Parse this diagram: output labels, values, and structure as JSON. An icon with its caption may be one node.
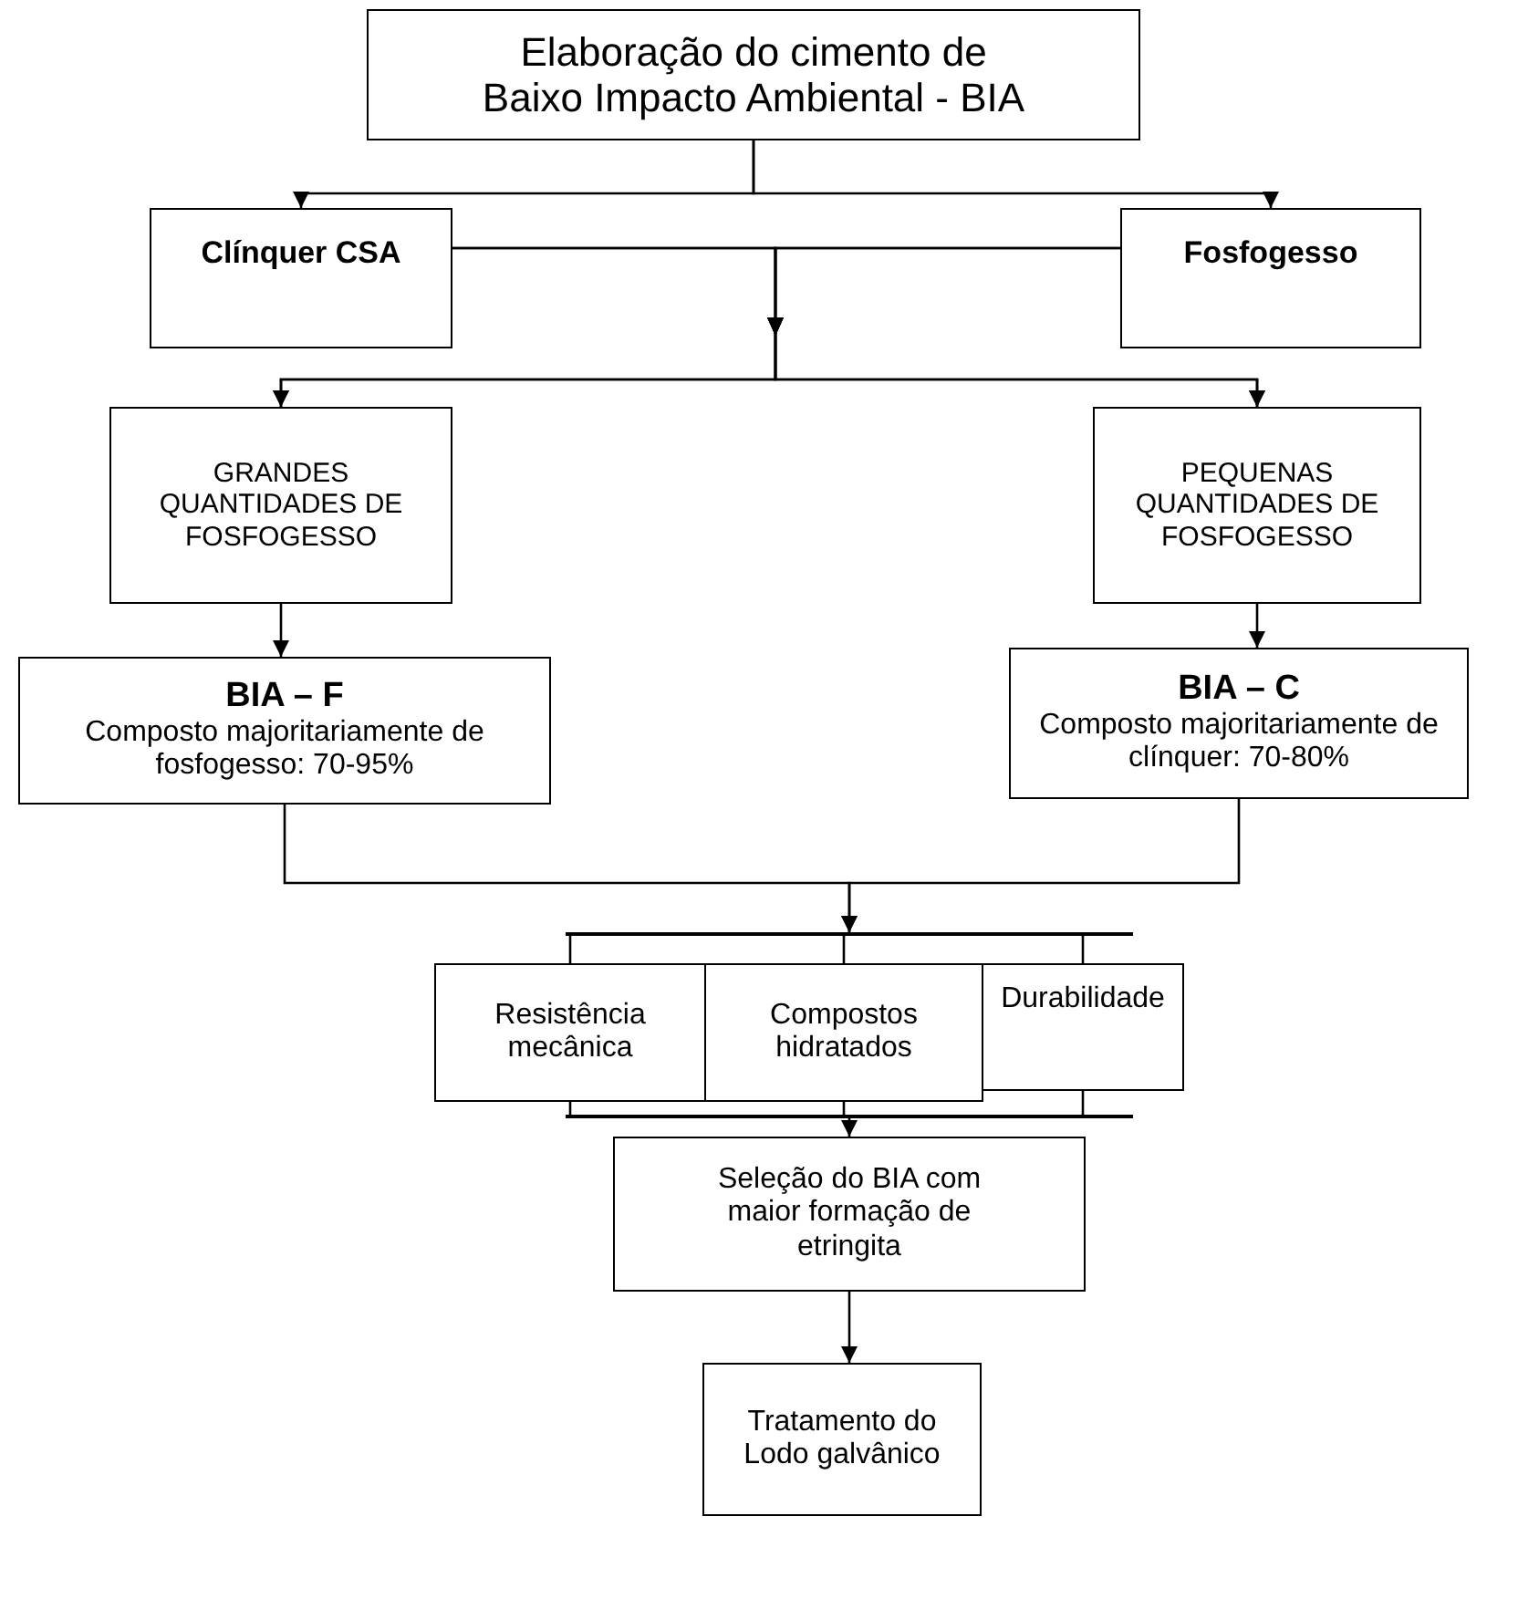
{
  "diagram": {
    "nodes": [
      {
        "text": [
          "Elaboração do cimento de Baixo Impacto Ambiental - BIA"
        ]
      },
      {
        "text": [
          "Clínquer CSA"
        ]
      },
      {
        "text": [
          "Fosfogesso"
        ]
      },
      {
        "text": [
          "GRANDES QUANTIDADES DE FOSFOGESSO"
        ]
      },
      {
        "text": [
          "PEQUENAS QUANTIDADES DE FOSFOGESSO"
        ]
      },
      {
        "text": [
          "BIA – F",
          "Composto majoritariamente de fosfogesso: 70-95%"
        ]
      },
      {
        "text": [
          "BIA – C",
          "Composto majoritariamente de clínquer: 70-80%"
        ]
      },
      {
        "text": [],
        "shape": "bar"
      },
      {
        "text": [
          "Resistência mecânica"
        ]
      },
      {
        "text": [
          "Compostos hidratados"
        ]
      },
      {
        "text": [
          "Durabilidade"
        ]
      },
      {
        "text": [],
        "shape": "bar"
      },
      {
        "text": [
          "Seleção do BIA com maior formação de etringita"
        ]
      },
      {
        "text": [
          "Tratamento do Lodo galvânico"
        ]
      }
    ],
    "edges": [
      {
        "from": 0,
        "to": 1,
        "arrow": "to"
      },
      {
        "from": 0,
        "to": 2,
        "arrow": "to"
      },
      {
        "from": 1,
        "to": 3,
        "arrow": "to"
      },
      {
        "from": 1,
        "to": 4,
        "arrow": "to"
      },
      {
        "from": 2,
        "to": 3,
        "arrow": "to"
      },
      {
        "from": 2,
        "to": 4,
        "arrow": "to"
      },
      {
        "from": 3,
        "to": 5,
        "arrow": "to"
      },
      {
        "from": 4,
        "to": 6,
        "arrow": "to"
      },
      {
        "from": 5,
        "to": 7,
        "arrow": "to"
      },
      {
        "from": 6,
        "to": 7,
        "arrow": "to"
      },
      {
        "from": 7,
        "to": 8,
        "arrow": "none"
      },
      {
        "from": 7,
        "to": 9,
        "arrow": "none"
      },
      {
        "from": 7,
        "to": 10,
        "arrow": "none"
      },
      {
        "from": 8,
        "to": 11,
        "arrow": "none"
      },
      {
        "from": 9,
        "to": 11,
        "arrow": "none"
      },
      {
        "from": 10,
        "to": 11,
        "arrow": "none"
      },
      {
        "from": 11,
        "to": 12,
        "arrow": "to"
      },
      {
        "from": 12,
        "to": 13,
        "arrow": "to"
      }
    ]
  }
}
